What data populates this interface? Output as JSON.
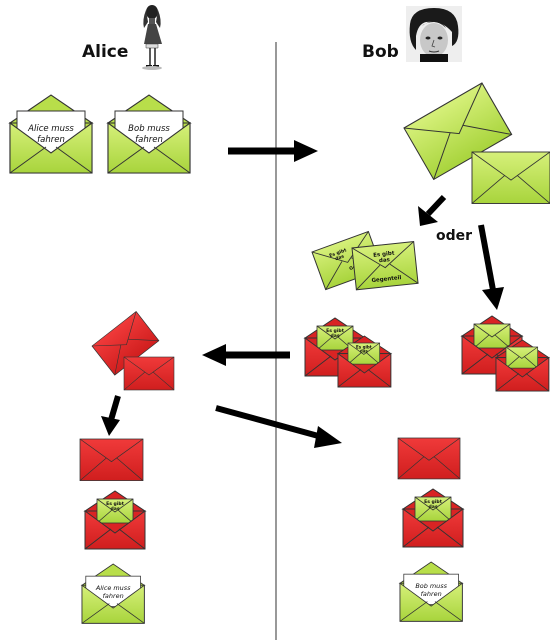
{
  "title_left": "Alice",
  "title_right": "Bob",
  "oder_label": "oder",
  "cards": {
    "alice_must_drive_l1": "Alice muss",
    "alice_must_drive_l2": "fahren",
    "bob_must_drive_l1": "Bob muss",
    "bob_must_drive_l2": "fahren",
    "opposite_l1": "Es gibt",
    "opposite_l2": "das",
    "opposite_l3": "Gegenteil",
    "opposite_small_l1": "Es gibt",
    "opposite_small_l2": "das",
    "opposite_small_l3": "Gege"
  },
  "colors": {
    "green_envelope": "#c5e85a",
    "green_dark": "#8fbf2a",
    "red_envelope": "#e8282a",
    "red_dark": "#b01818",
    "arrow": "#000000",
    "divider": "#444444"
  }
}
